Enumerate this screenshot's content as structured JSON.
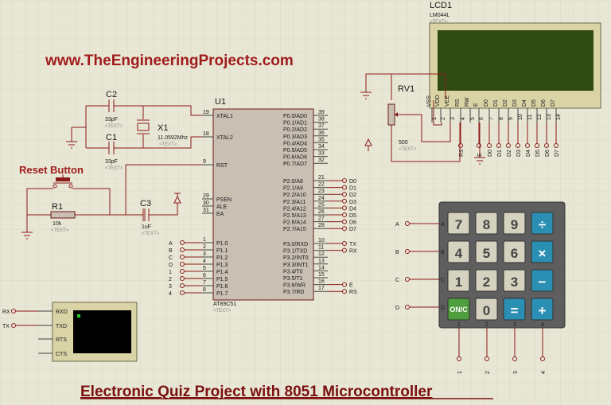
{
  "header": {
    "url": "www.TheEngineeringProjects.com"
  },
  "footer": {
    "title": "Electronic Quiz Project with 8051 Microcontroller"
  },
  "text_placeholder": "<TEXT>",
  "caps": {
    "c1": "C1",
    "c2": "C2",
    "c3": "C3",
    "c1_val": "33pF",
    "c2_val": "33pF",
    "c3_val": "1uF"
  },
  "crystal": {
    "ref": "X1",
    "val": "11.0592Mhz"
  },
  "reset": {
    "label": "Reset Button"
  },
  "res": {
    "r1": "R1",
    "r1_val": "10k",
    "rv1": "RV1",
    "rv1_val": "500"
  },
  "mcu": {
    "ref": "U1",
    "part": "AT89C51",
    "left_pins": [
      {
        "num": "19",
        "name": "XTAL1"
      },
      {
        "num": "18",
        "name": "XTAL2"
      },
      {
        "num": "9",
        "name": "RST"
      },
      {
        "num": "29",
        "name": "PSEN"
      },
      {
        "num": "30",
        "name": "ALE"
      },
      {
        "num": "31",
        "name": "EA"
      },
      {
        "num": "1",
        "name": "P1.0"
      },
      {
        "num": "2",
        "name": "P1.1"
      },
      {
        "num": "3",
        "name": "P1.2"
      },
      {
        "num": "4",
        "name": "P1.3"
      },
      {
        "num": "5",
        "name": "P1.4"
      },
      {
        "num": "6",
        "name": "P1.5"
      },
      {
        "num": "7",
        "name": "P1.6"
      },
      {
        "num": "8",
        "name": "P1.7"
      }
    ],
    "p1_nets": [
      "A",
      "B",
      "C",
      "D",
      "1",
      "2",
      "3",
      "4"
    ],
    "p0_pins": [
      {
        "num": "39",
        "name": "P0.0/AD0"
      },
      {
        "num": "38",
        "name": "P0.1/AD1"
      },
      {
        "num": "37",
        "name": "P0.2/AD2"
      },
      {
        "num": "36",
        "name": "P0.3/AD3"
      },
      {
        "num": "35",
        "name": "P0.4/AD4"
      },
      {
        "num": "34",
        "name": "P0.5/AD5"
      },
      {
        "num": "33",
        "name": "P0.6/AD6"
      },
      {
        "num": "32",
        "name": "P0.7/AD7"
      }
    ],
    "p2_pins": [
      {
        "num": "21",
        "name": "P2.0/A8",
        "net": "D0"
      },
      {
        "num": "22",
        "name": "P2.1/A9",
        "net": "D1"
      },
      {
        "num": "23",
        "name": "P2.2/A10",
        "net": "D2"
      },
      {
        "num": "24",
        "name": "P2.3/A11",
        "net": "D3"
      },
      {
        "num": "25",
        "name": "P2.4/A12",
        "net": "D4"
      },
      {
        "num": "26",
        "name": "P2.5/A13",
        "net": "D5"
      },
      {
        "num": "27",
        "name": "P2.6/A14",
        "net": "D6"
      },
      {
        "num": "28",
        "name": "P2.7/A15",
        "net": "D7"
      }
    ],
    "p3_pins": [
      {
        "num": "10",
        "name": "P3.0/RXD",
        "net": "TX"
      },
      {
        "num": "11",
        "name": "P3.1/TXD",
        "net": "RX"
      },
      {
        "num": "12",
        "name": "P3.2/INT0",
        "net": ""
      },
      {
        "num": "13",
        "name": "P3.3/INT1",
        "net": ""
      },
      {
        "num": "14",
        "name": "P3.4/T0",
        "net": ""
      },
      {
        "num": "15",
        "name": "P3.5/T1",
        "net": ""
      },
      {
        "num": "16",
        "name": "P3.6/WR",
        "net": "E"
      },
      {
        "num": "17",
        "name": "P3.7/RD",
        "net": "RS"
      }
    ]
  },
  "lcd": {
    "ref": "LCD1",
    "part": "LM044L",
    "pins": [
      {
        "name": "VSS",
        "num": "1"
      },
      {
        "name": "VDD",
        "num": "2"
      },
      {
        "name": "VEE",
        "num": "3"
      },
      {
        "name": "RS",
        "num": "4"
      },
      {
        "name": "RW",
        "num": "5"
      },
      {
        "name": "E",
        "num": "6"
      },
      {
        "name": "D0",
        "num": "7"
      },
      {
        "name": "D1",
        "num": "8"
      },
      {
        "name": "D2",
        "num": "9"
      },
      {
        "name": "D3",
        "num": "10"
      },
      {
        "name": "D4",
        "num": "11"
      },
      {
        "name": "D5",
        "num": "12"
      },
      {
        "name": "D6",
        "num": "13"
      },
      {
        "name": "D7",
        "num": "14"
      }
    ],
    "nets": [
      "",
      "",
      "",
      "RS",
      "",
      "E",
      "D0",
      "D1",
      "D2",
      "D3",
      "D4",
      "D5",
      "D6",
      "D7"
    ]
  },
  "keypad": {
    "row_labels": [
      "A",
      "B",
      "C",
      "D"
    ],
    "col_labels": [
      "1",
      "2",
      "3",
      "4"
    ],
    "keys": [
      {
        "label": "7",
        "kind": "num"
      },
      {
        "label": "8",
        "kind": "num"
      },
      {
        "label": "9",
        "kind": "num"
      },
      {
        "label": "÷",
        "kind": "op"
      },
      {
        "label": "4",
        "kind": "num"
      },
      {
        "label": "5",
        "kind": "num"
      },
      {
        "label": "6",
        "kind": "num"
      },
      {
        "label": "×",
        "kind": "op"
      },
      {
        "label": "1",
        "kind": "num"
      },
      {
        "label": "2",
        "kind": "num"
      },
      {
        "label": "3",
        "kind": "num"
      },
      {
        "label": "−",
        "kind": "op"
      },
      {
        "label": "ON/C",
        "kind": "on"
      },
      {
        "label": "0",
        "kind": "num"
      },
      {
        "label": "=",
        "kind": "eq"
      },
      {
        "label": "+",
        "kind": "op"
      }
    ]
  },
  "terminal": {
    "pins": [
      "RXD",
      "TXD",
      "RTS",
      "CTS"
    ],
    "nets": [
      "RX",
      "TX"
    ]
  },
  "colors": {
    "wire": "#8b1a1a",
    "chip": "#c9bfb3",
    "lcd_screen": "#2f4a12",
    "lcd_frame": "#d9d3a6",
    "key_op": "#2b8fb3",
    "key_on": "#4f9e3d",
    "header": "#a01c1c",
    "footer": "#7a1010"
  }
}
